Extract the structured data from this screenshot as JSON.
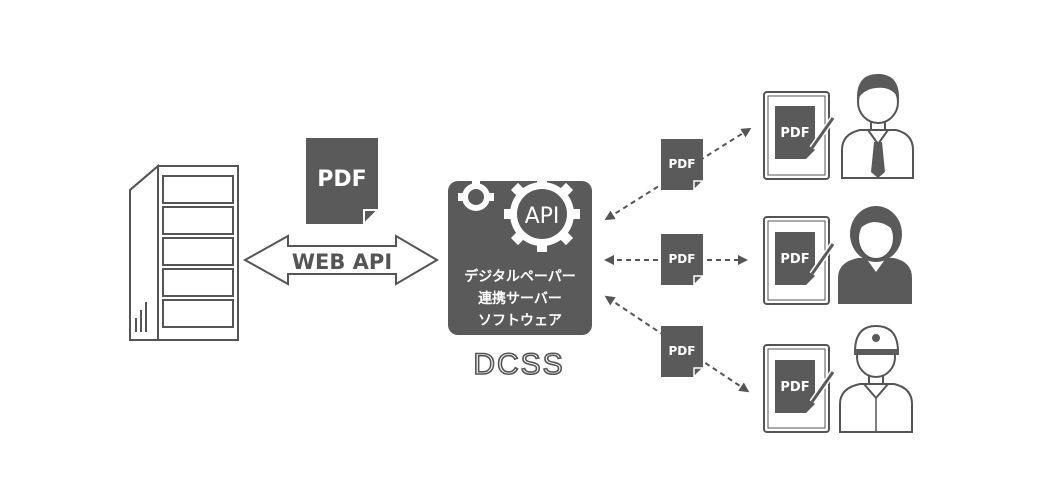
{
  "doc_label": "PDF",
  "webapi_label": "WEB API",
  "hub": {
    "api_label": "API",
    "line1": "デジタルペーパー",
    "line2": "連携サーバー",
    "line3": "ソフトウェア",
    "name": "DCSS"
  },
  "flow_pdf_labels": [
    "PDF",
    "PDF",
    "PDF"
  ],
  "tablet_pdf_labels": [
    "PDF",
    "PDF",
    "PDF"
  ],
  "colors": {
    "dark": "#5a5a5a",
    "line": "#555555",
    "accent": "#ffffff"
  },
  "icons": [
    "server-icon",
    "pdf-document-icon",
    "gear-icon",
    "tablet-icon",
    "pen-icon",
    "person-icon"
  ]
}
